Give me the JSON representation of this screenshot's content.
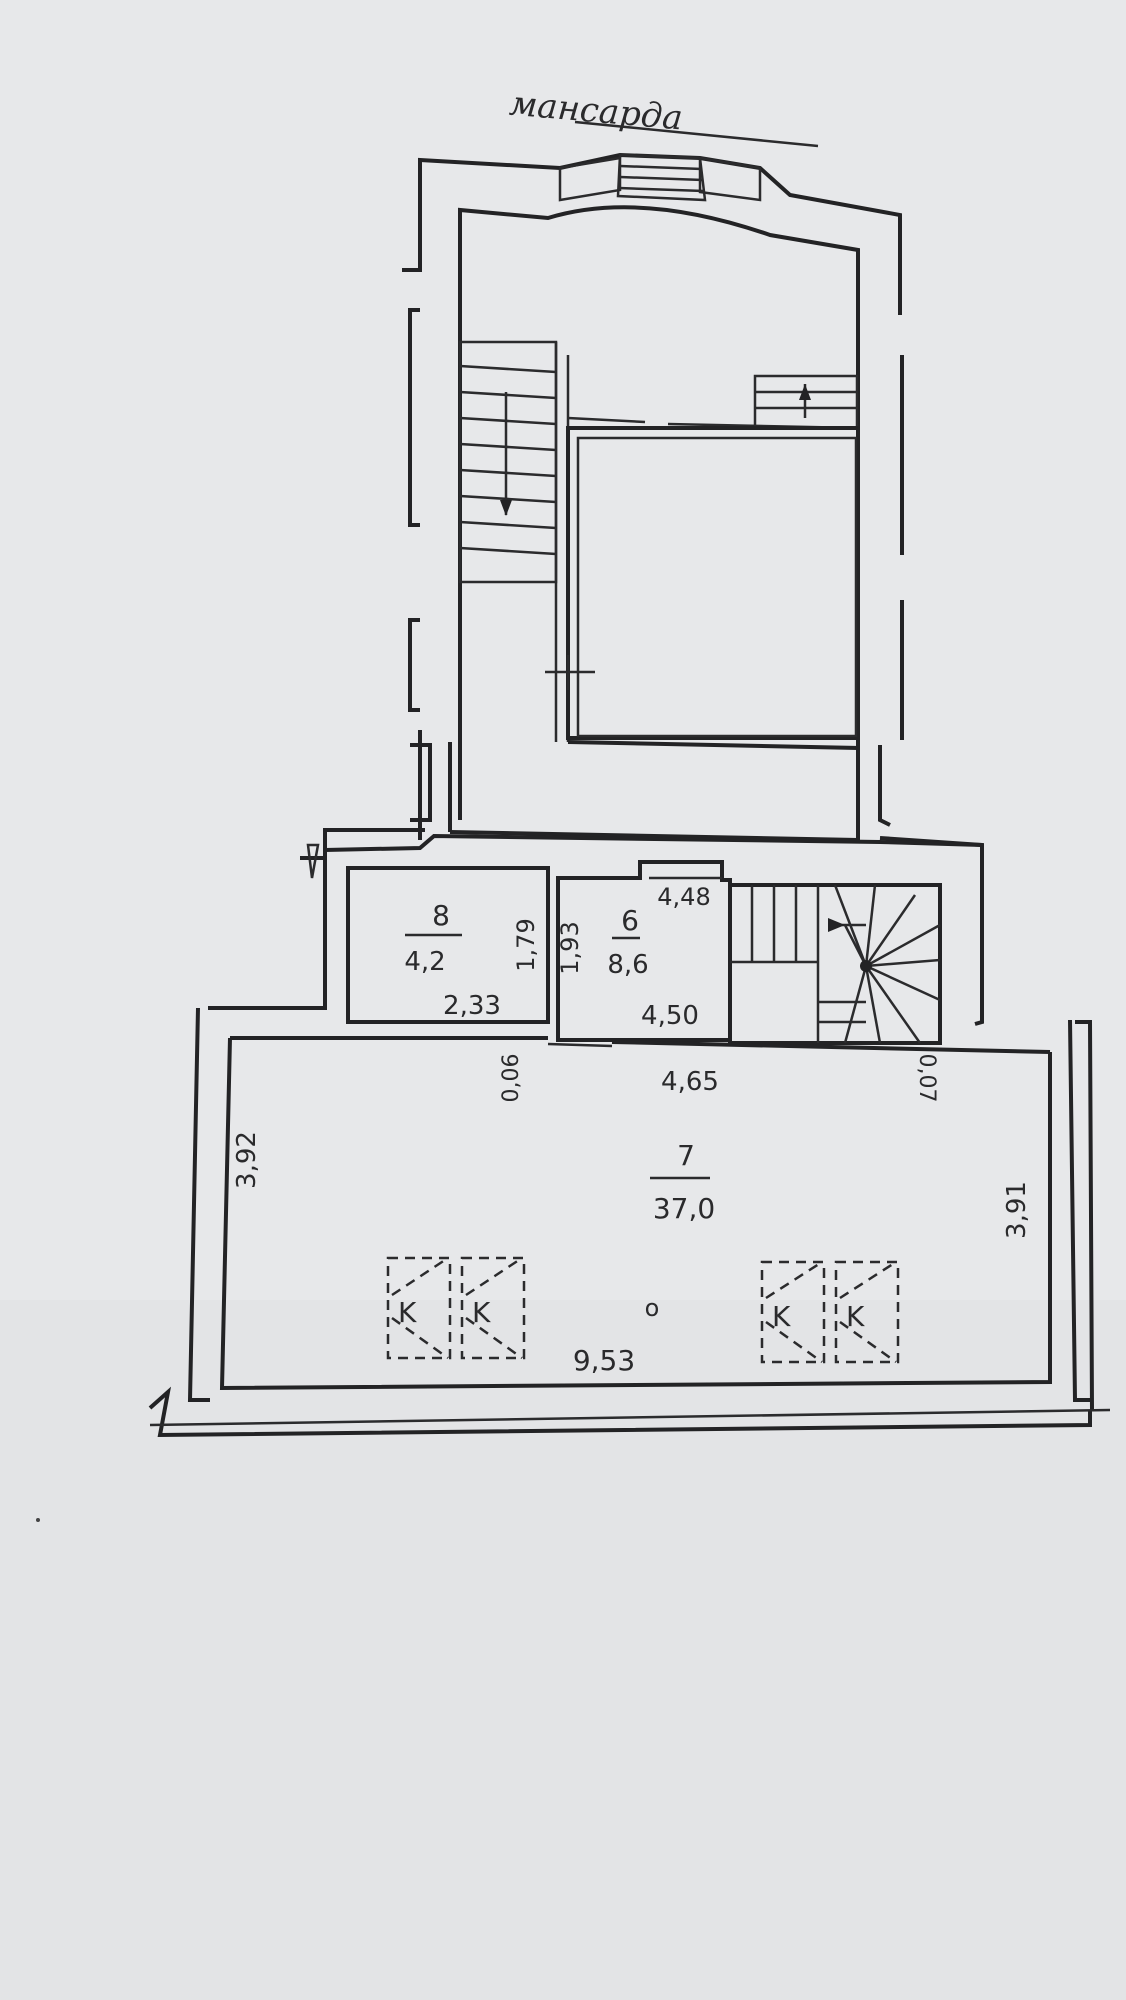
{
  "floor_title": "мансарда",
  "rooms": {
    "room8": {
      "number": "8",
      "area": "4,2",
      "width": "2,33",
      "depth": "1,79"
    },
    "room6": {
      "number": "6",
      "area": "8,6",
      "top_width": "4,48",
      "bottom_width": "4,50",
      "depth": "1,93"
    },
    "room7": {
      "number": "7",
      "area": "37,0",
      "top_width": "4,65",
      "bottom_width": "9,53",
      "left_depth": "3,92",
      "right_depth": "3,91",
      "left_small": "0,06",
      "right_small": "0,07"
    }
  },
  "skylight_mark": "K",
  "center_mark": "o",
  "colors": {
    "paper": "#e7e8ea",
    "ink": "#232325"
  }
}
